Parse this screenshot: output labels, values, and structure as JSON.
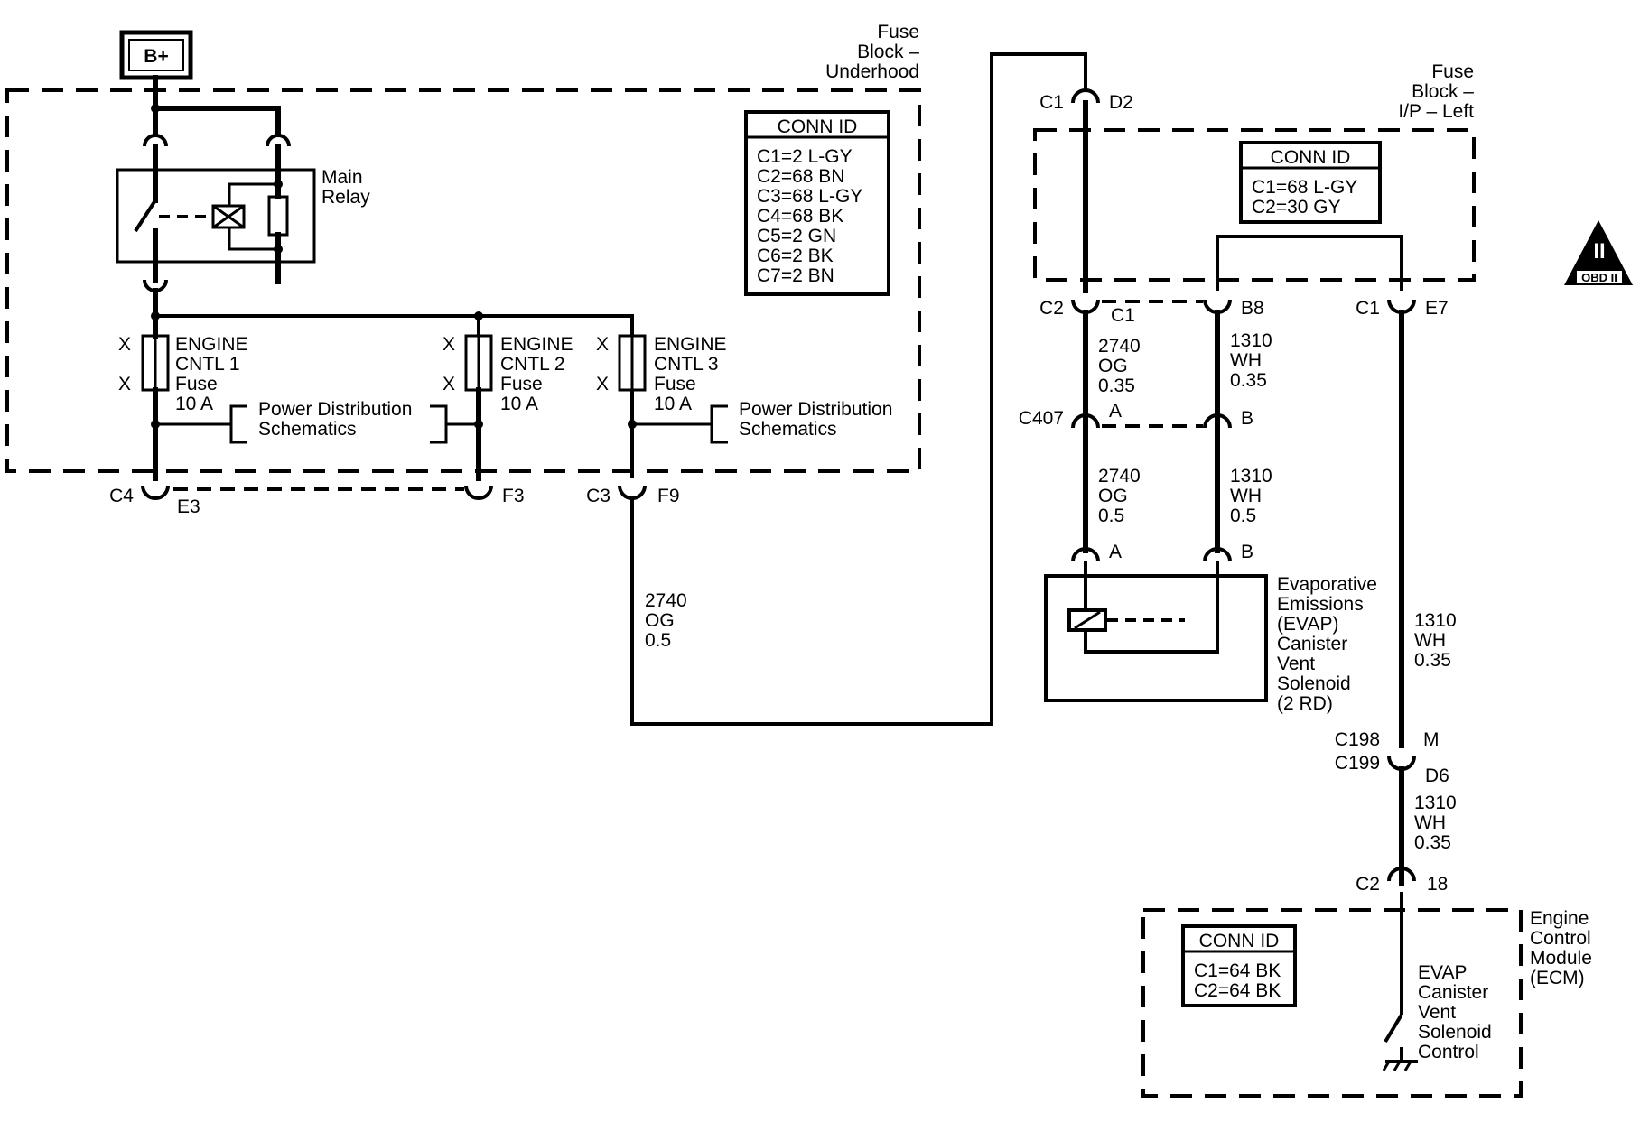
{
  "power": {
    "label": "B+"
  },
  "fuse_block_underhood": {
    "title": [
      "Fuse",
      "Block –",
      "Underhood"
    ],
    "conn_id": {
      "title": "CONN ID",
      "lines": [
        "C1=2 L-GY",
        "C2=68 BN",
        "C3=68 L-GY",
        "C4=68 BK",
        "C5=2 GN",
        "C6=2 BK",
        "C7=2 BN"
      ]
    }
  },
  "main_relay": {
    "label": [
      "Main",
      "Relay"
    ]
  },
  "fuses": [
    {
      "x_left": "X",
      "x_left2": "X",
      "lines": [
        "ENGINE",
        "CNTL 1",
        "Fuse",
        "10 A"
      ]
    },
    {
      "x_left": "X",
      "x_left2": "X",
      "lines": [
        "ENGINE",
        "CNTL 2",
        "Fuse",
        "10 A"
      ]
    },
    {
      "x_left": "X",
      "x_left2": "X",
      "lines": [
        "ENGINE",
        "CNTL 3",
        "Fuse",
        "10 A"
      ]
    }
  ],
  "power_distribution": [
    {
      "lines": [
        "Power Distribution",
        "Schematics"
      ]
    },
    {
      "lines": [
        "Power Distribution",
        "Schematics"
      ]
    }
  ],
  "underhood_connectors": {
    "c4": "C4",
    "e3": "E3",
    "f3": "F3",
    "c3": "C3",
    "f9": "F9"
  },
  "wire_2740_a": {
    "lines": [
      "2740",
      "OG",
      "0.5"
    ]
  },
  "fuse_block_ip_left": {
    "title": [
      "Fuse",
      "Block –",
      "I/P – Left"
    ],
    "conn_id": {
      "title": "CONN ID",
      "lines": [
        "C1=68 L-GY",
        "C2=30 GY"
      ]
    }
  },
  "ip_connectors": {
    "c1_top": "C1",
    "d2": "D2",
    "c2": "C2",
    "c1_mid": "C1",
    "b8": "B8",
    "c1_right": "C1",
    "e7": "E7"
  },
  "wire_2740_b": {
    "lines": [
      "2740",
      "OG",
      "0.35"
    ]
  },
  "wire_1310_b": {
    "lines": [
      "1310",
      "WH",
      "0.35"
    ]
  },
  "c407": {
    "label": "C407",
    "a": "A",
    "b": "B"
  },
  "wire_2740_c": {
    "lines": [
      "2740",
      "OG",
      "0.5"
    ]
  },
  "wire_1310_c": {
    "lines": [
      "1310",
      "WH",
      "0.5"
    ]
  },
  "solenoid": {
    "pin_a": "A",
    "pin_b": "B",
    "label": [
      "Evaporative",
      "Emissions",
      "(EVAP)",
      "Canister",
      "Vent",
      "Solenoid",
      "(2 RD)"
    ]
  },
  "obd": {
    "symbol": "II",
    "label": "OBD II"
  },
  "wire_1310_d": {
    "lines": [
      "1310",
      "WH",
      "0.35"
    ]
  },
  "c198": {
    "label1": "C198",
    "label2": "C199",
    "m": "M",
    "d6": "D6"
  },
  "wire_1310_e": {
    "lines": [
      "1310",
      "WH",
      "0.35"
    ]
  },
  "ecm_conn": {
    "c2": "C2",
    "pin": "18"
  },
  "ecm": {
    "label": [
      "Engine",
      "Control",
      "Module",
      "(ECM)"
    ],
    "conn_id": {
      "title": "CONN ID",
      "lines": [
        "C1=64 BK",
        "C2=64 BK"
      ]
    },
    "control": [
      "EVAP",
      "Canister",
      "Vent",
      "Solenoid",
      "Control"
    ]
  }
}
